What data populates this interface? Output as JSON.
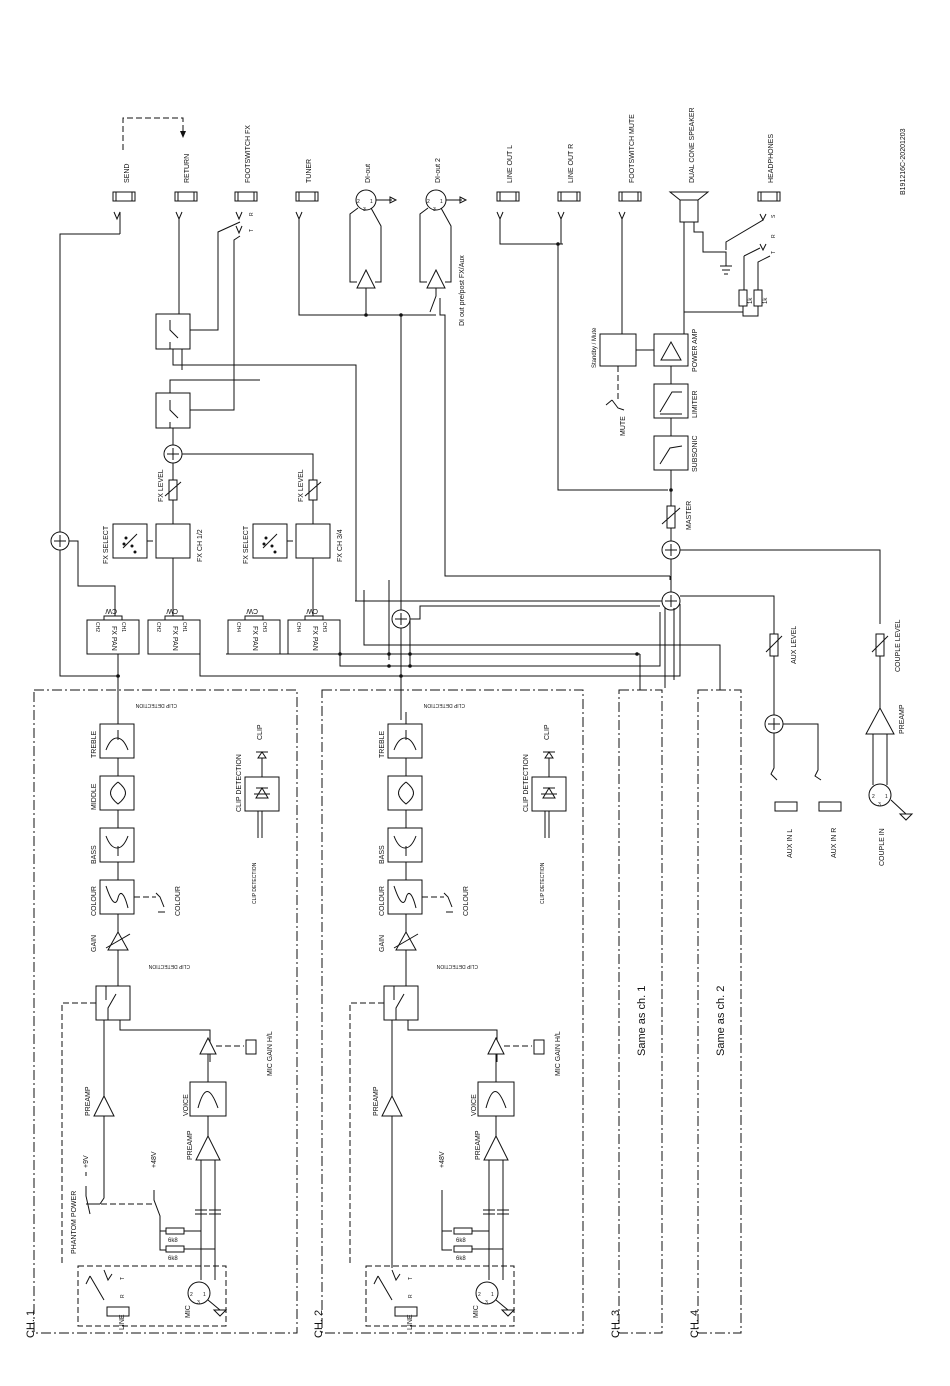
{
  "doc_id": "B191216C-20201203",
  "top_labels": {
    "send": "SEND",
    "return": "RETURN",
    "footswitch_fx": "FOOTSWITCH FX",
    "tuner": "TUNER",
    "di_out": "DI-out",
    "di_out2": "DI-out 2",
    "line_out_l": "LINE OUT L",
    "line_out_r": "LINE OUT R",
    "footswitch_mute": "FOOTSWITCH MUTE",
    "dual_cone_speaker": "DUAL CONE SPEAKER",
    "headphones": "HEADPHONES"
  },
  "labels": {
    "di_prepost": "DI out pre/post FX/Aux",
    "standby_mute": "Standby / Mute",
    "mute": "MUTE",
    "power_amp": "POWER AMP",
    "limiter": "LIMITER",
    "subsonic": "SUBSONIC",
    "master": "MASTER",
    "fx_level": "FX LEVEL",
    "fx_select": "FX SELECT",
    "fx_ch12": "FX CH 1/2",
    "fx_ch34": "FX CH 3/4",
    "fx_pan": "FX PAN",
    "cw": "CW",
    "ch1": "CH1",
    "ch2": "CH2",
    "ch3": "CH3",
    "ch4": "CH4",
    "aux_level": "AUX LEVEL",
    "couple_level": "COUPLE LEVEL",
    "preamp": "PREAMP",
    "aux_in_l": "AUX IN L",
    "aux_in_r": "AUX IN R",
    "couple_in": "COUPLE IN",
    "res_1k": "1k",
    "tip": "T",
    "ring": "R",
    "sleeve": "S"
  },
  "channel": {
    "clip_detection": "CLIP DETECTION",
    "treble": "TREBLE",
    "middle": "MIDDLE",
    "bass": "BASS",
    "colour": "COLOUR",
    "gain": "GAIN",
    "clip": "CLIP",
    "mic_gain": "MIC GAIN H/L",
    "voice": "VOICE",
    "preamp": "PREAMP",
    "phantom_power": "PHANTOM POWER",
    "plus9v": "+9V",
    "plus48v": "+48V",
    "r6k8": "6k8",
    "line": "LINE",
    "mic": "MIC",
    "pin1": "1",
    "pin2": "2",
    "pin3": "3"
  },
  "channels": [
    {
      "name": "CH. 1"
    },
    {
      "name": "CH. 2"
    },
    {
      "name": "CH. 3",
      "note": "Same as ch. 1"
    },
    {
      "name": "CH. 4",
      "note": "Same as ch. 2"
    }
  ]
}
